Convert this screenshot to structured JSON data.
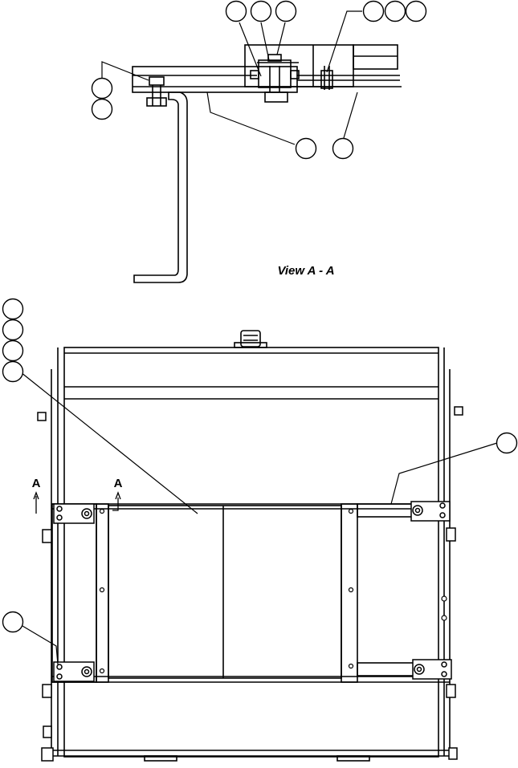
{
  "view_title": "View A - A",
  "section_label_left": "A",
  "section_label_right": "A",
  "colors": {
    "line": "#000000",
    "background": "#ffffff"
  }
}
